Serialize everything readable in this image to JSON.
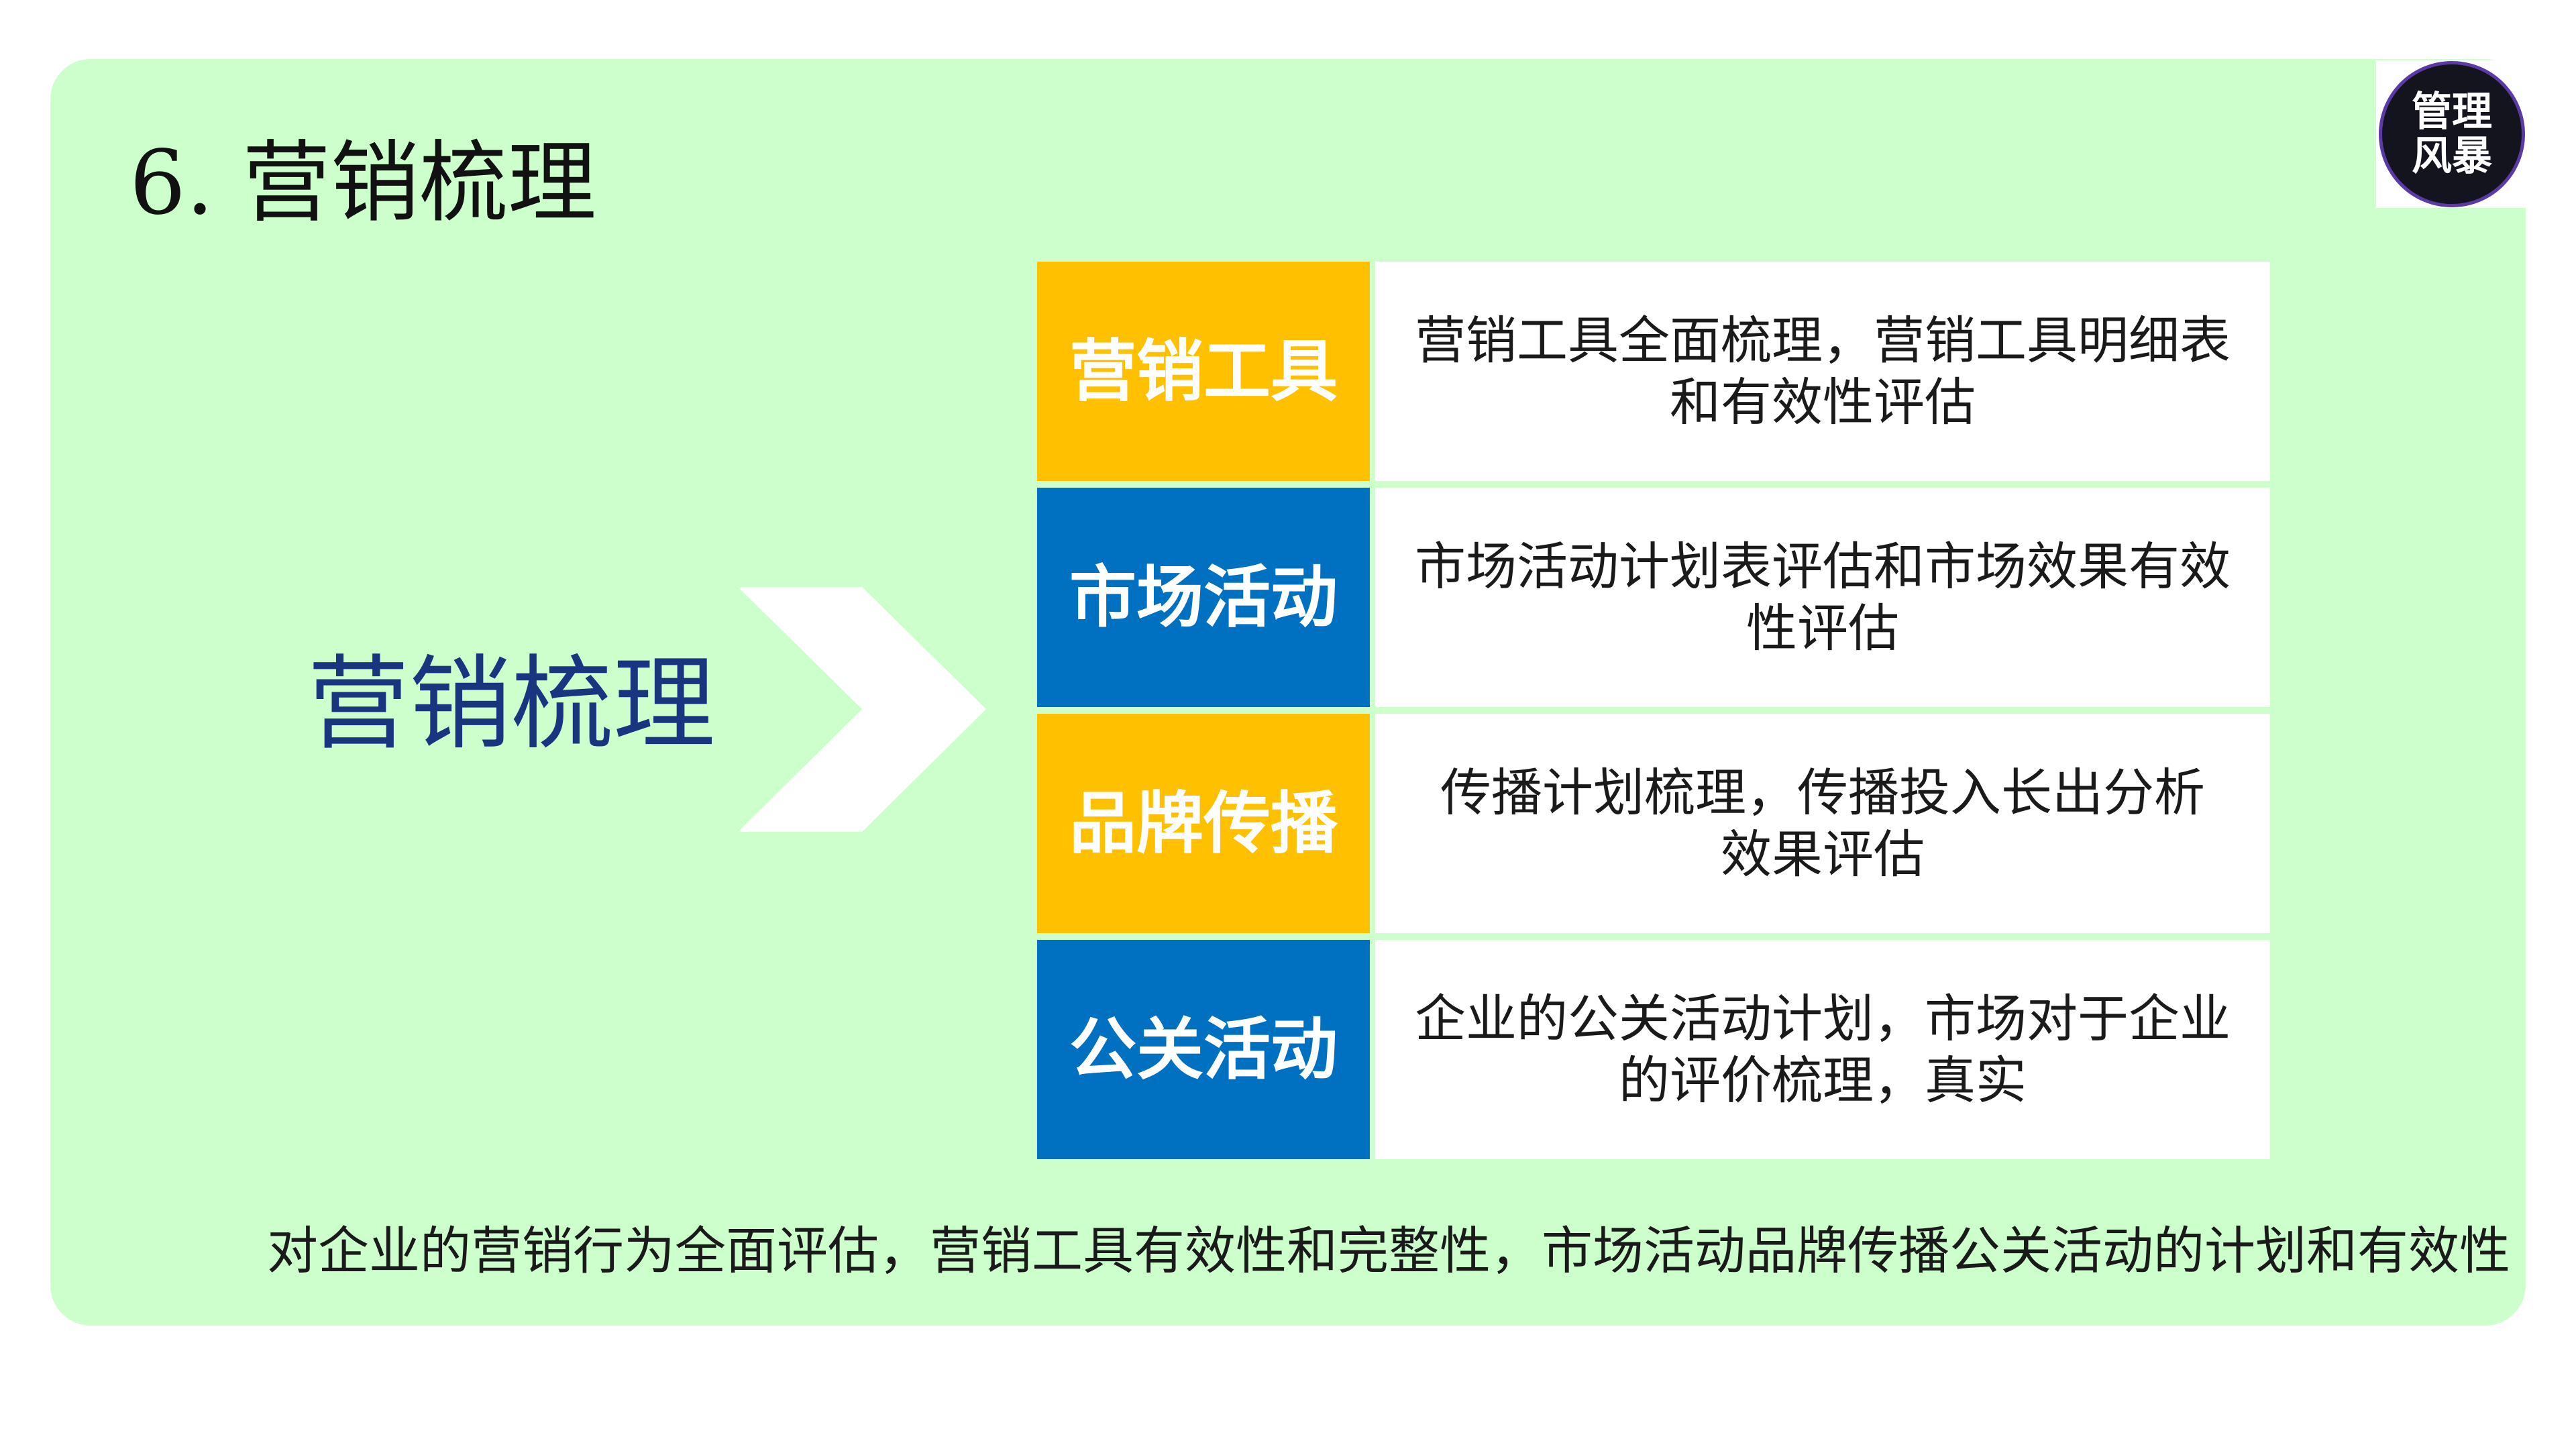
{
  "title": "6. 营销梳理",
  "logo": {
    "line1": "管理",
    "line2": "风暴"
  },
  "center_label": "营销梳理",
  "colors": {
    "panel": "#ccffcc",
    "yellow": "#ffc000",
    "blue": "#0070c0",
    "navy": "#1a3580",
    "chevron": "#ffffff"
  },
  "rows": [
    {
      "tag": "营销工具",
      "tag_color": "#ffc000",
      "lines": [
        "营销工具全面梳理，营销工具明细表",
        "和有效性评估"
      ]
    },
    {
      "tag": "市场活动",
      "tag_color": "#0070c0",
      "lines": [
        "市场活动计划表评估和市场效果有效",
        "性评估"
      ]
    },
    {
      "tag": "品牌传播",
      "tag_color": "#ffc000",
      "lines": [
        "传播计划梳理，传播投入长出分析",
        "效果评估"
      ]
    },
    {
      "tag": "公关活动",
      "tag_color": "#0070c0",
      "lines": [
        "企业的公关活动计划，市场对于企业",
        "的评价梳理，真实"
      ]
    }
  ],
  "summary": "对企业的营销行为全面评估，营销工具有效性和完整性，市场活动品牌传播公关活动的计划和有效性"
}
